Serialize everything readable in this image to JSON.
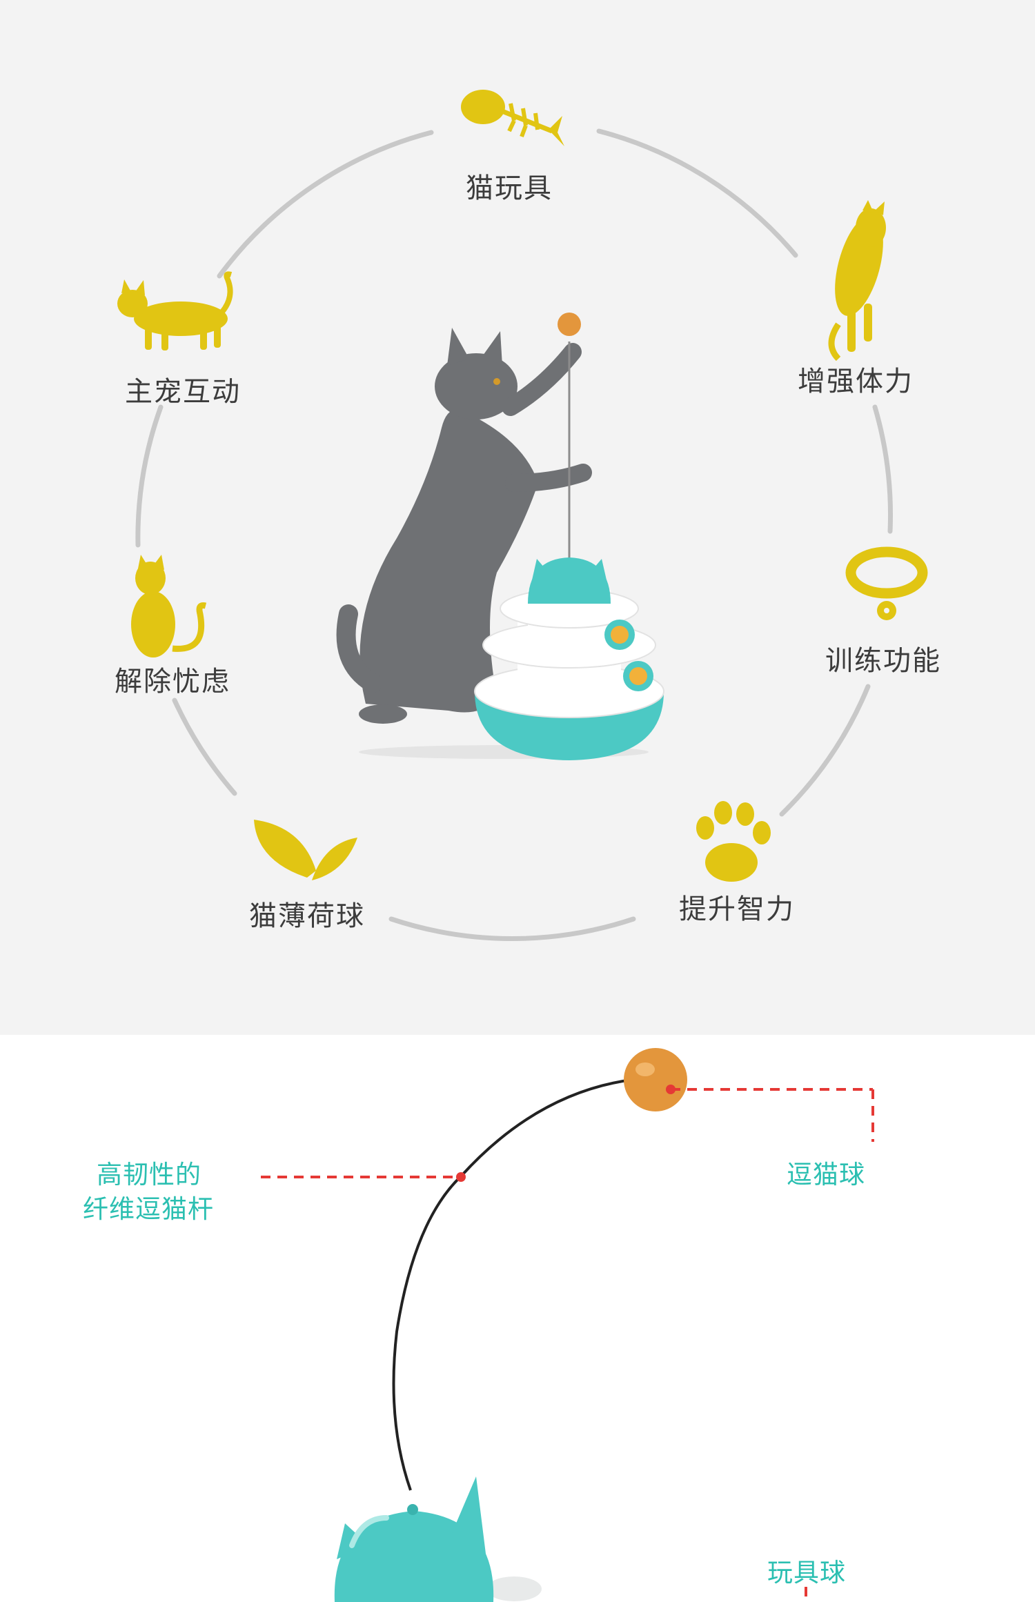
{
  "benefits": [
    {
      "label": "猫玩具",
      "icon": "fish-bone-icon"
    },
    {
      "label": "增强体力",
      "icon": "jumping-cat-icon"
    },
    {
      "label": "训练功能",
      "icon": "cat-collar-icon"
    },
    {
      "label": "提升智力",
      "icon": "paw-print-icon"
    },
    {
      "label": "猫薄荷球",
      "icon": "catnip-leaf-icon"
    },
    {
      "label": "解除忧虑",
      "icon": "sitting-cat-icon"
    },
    {
      "label": "主宠互动",
      "icon": "walking-cat-icon"
    }
  ],
  "product": {
    "wand_label_line1": "高韧性的",
    "wand_label_line2": "纤维逗猫杆",
    "ball_label": "逗猫球",
    "toy_ball_label": "玩具球"
  },
  "colors": {
    "background_top": "#f3f3f3",
    "icon_yellow": "#e1c513",
    "ring_gray": "#c8c8c8",
    "label_teal": "#2bbfb1",
    "toy_teal": "#4cc9c4",
    "ball_orange": "#e3963c",
    "dash_red": "#e53935"
  }
}
